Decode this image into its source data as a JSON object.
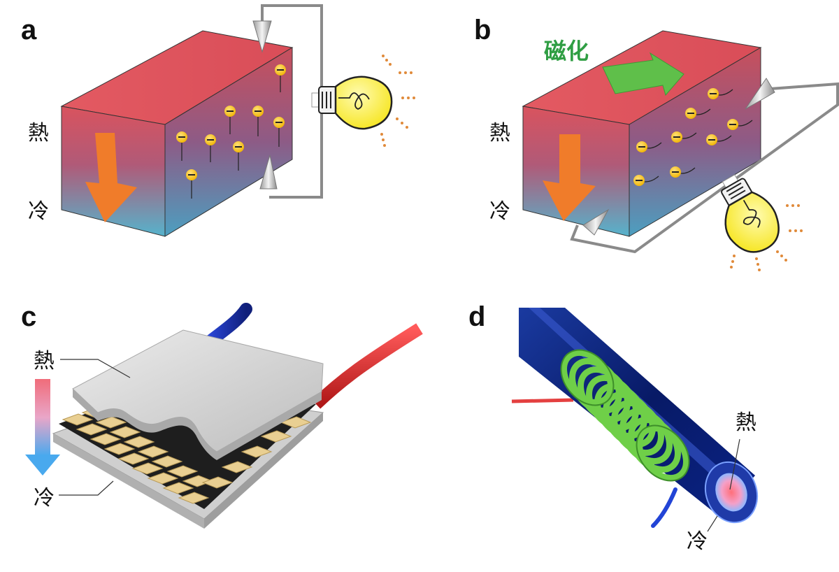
{
  "panels": {
    "a": {
      "letter": "a",
      "hot_label": "熱",
      "cold_label": "冷",
      "electron_symbol": "−"
    },
    "b": {
      "letter": "b",
      "hot_label": "熱",
      "cold_label": "冷",
      "magnetization_label": "磁化"
    },
    "c": {
      "letter": "c",
      "hot_label": "熱",
      "cold_label": "冷"
    },
    "d": {
      "letter": "d",
      "hot_label": "熱",
      "cold_label": "冷"
    }
  },
  "colors": {
    "hot": "#e05b63",
    "cold": "#5cb0c8",
    "arrow_orange": "#f07c2a",
    "magnet_arrow": "#5fbf4a",
    "electron": "#f5c018",
    "bulb": "#fff23a",
    "wire_red": "#d62b2b",
    "wire_blue": "#1a2f9e",
    "coil_green": "#6fcf48",
    "fiber": "#0b1e6e"
  },
  "icons": [
    "light-bulb-icon",
    "electron-icon",
    "arrow-down-icon",
    "magnetization-arrow-icon"
  ]
}
